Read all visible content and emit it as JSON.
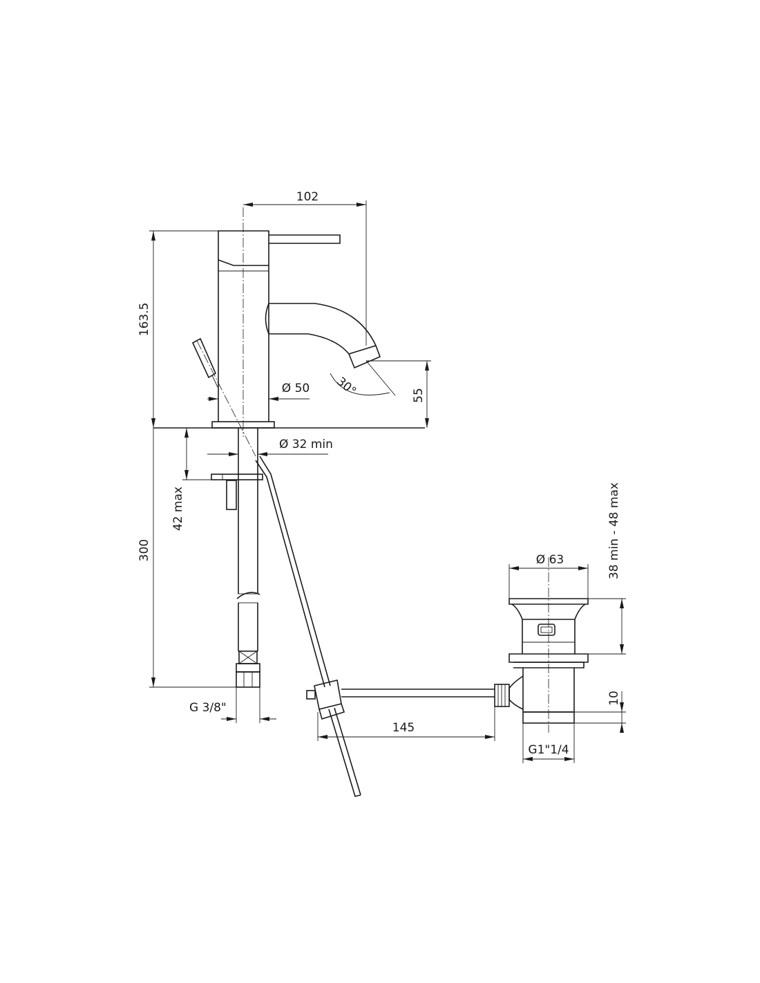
{
  "dimensions": {
    "spout_reach": "102",
    "body_height": "163.5",
    "spout_height": "55",
    "spout_angle": "30°",
    "body_diameter": "Ø 50",
    "hole_diameter": "Ø 32 min",
    "max_deck_thickness": "42 max",
    "hose_length": "300",
    "hose_thread": "G 3/8\"",
    "rod_length": "145",
    "waste_diameter": "Ø 63",
    "waste_range": "38 min - 48 max",
    "waste_thread_length": "10",
    "waste_thread": "G1\"1/4"
  },
  "colors": {
    "line": "#1a1a1a",
    "background": "#ffffff"
  }
}
